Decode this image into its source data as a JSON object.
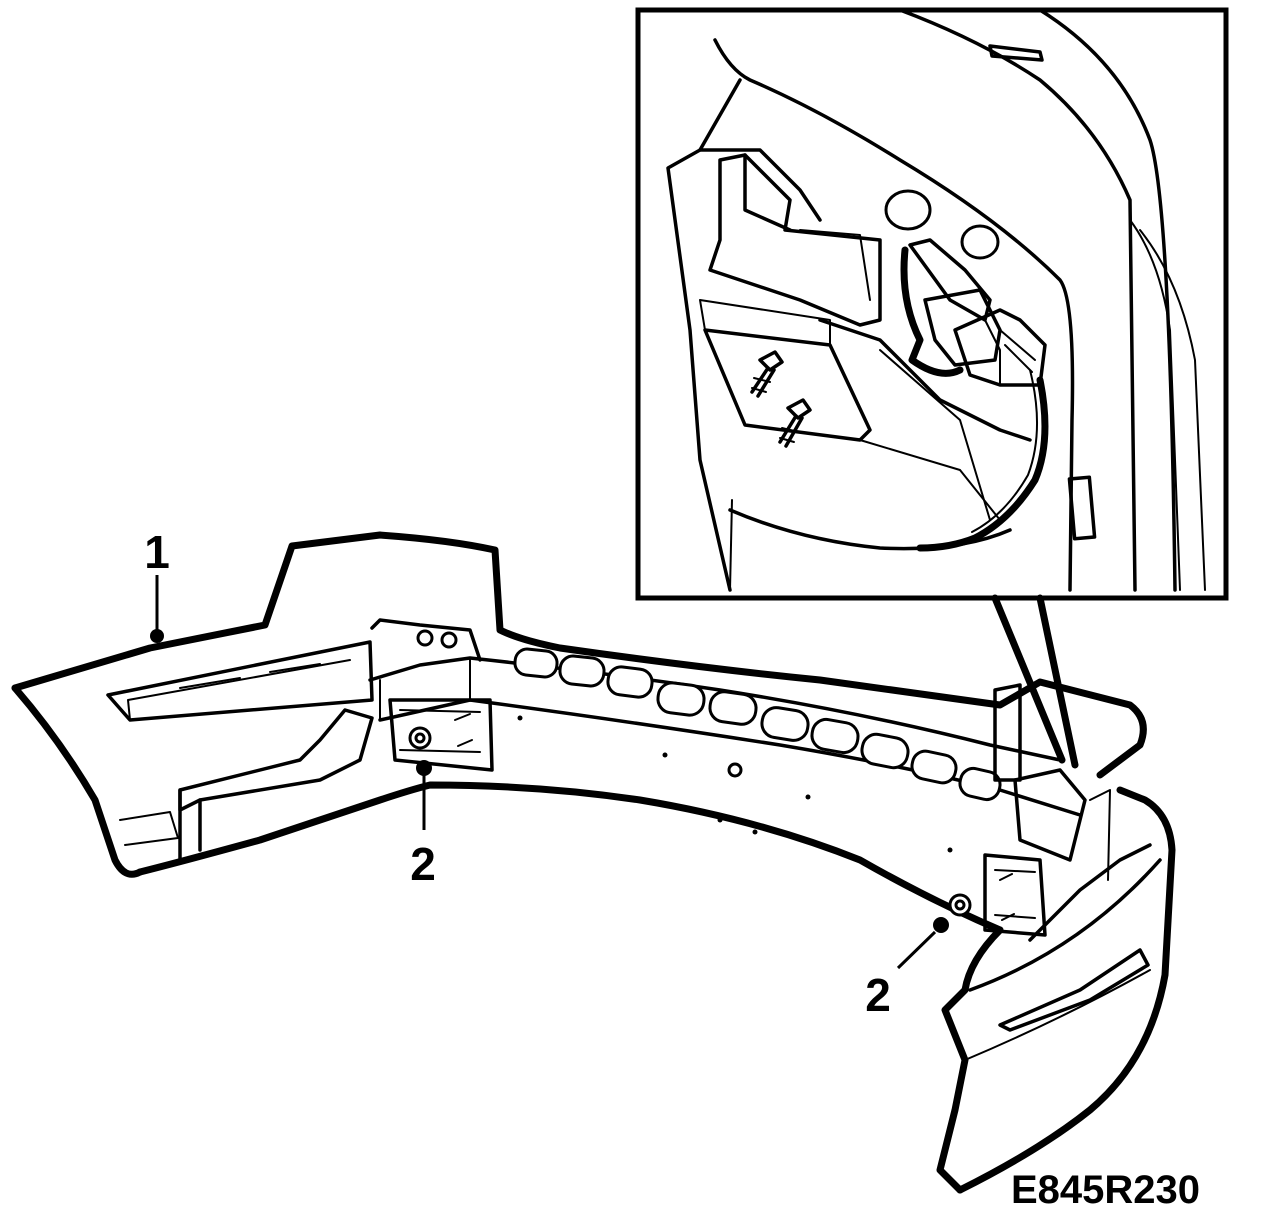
{
  "callouts": {
    "bumper_cover": "1",
    "fastener_left": "2",
    "fastener_right": "2"
  },
  "figure_code": "E845R230",
  "colors": {
    "ink": "#000000",
    "paper": "#ffffff"
  }
}
